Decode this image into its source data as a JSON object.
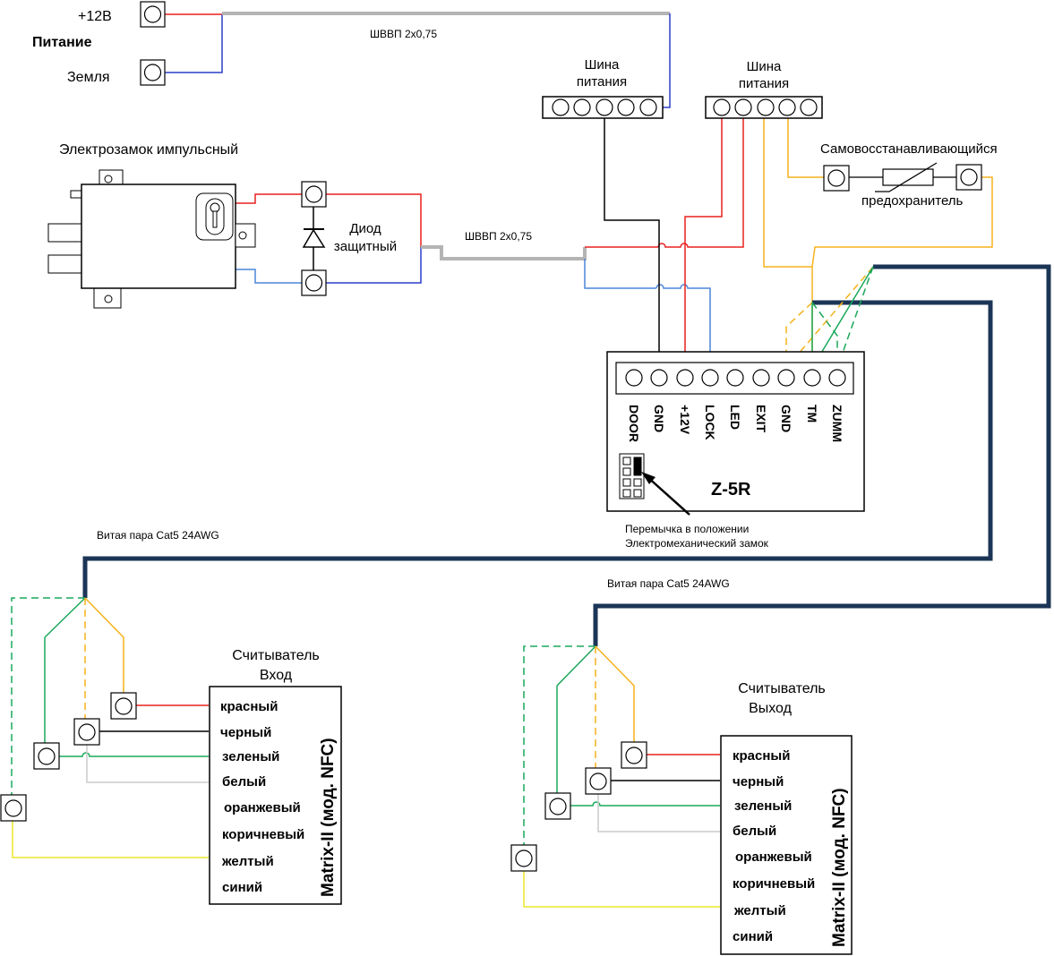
{
  "power": {
    "plus12_label": "+12В",
    "title": "Питание",
    "ground_label": "Земля",
    "cable_label": "ШВВП 2х0,75"
  },
  "bus_left": {
    "label_line1": "Шина",
    "label_line2": "питания"
  },
  "bus_right": {
    "label_line1": "Шина",
    "label_line2": "питания"
  },
  "lock": {
    "title": "Электрозамок импульсный",
    "diode_line1": "Диод",
    "diode_line2": "защитный",
    "cable_label": "ШВВП 2х0,75"
  },
  "fuse": {
    "line1": "Самовосстанавливающийся",
    "line2": "предохранитель"
  },
  "controller": {
    "name": "Z-5R",
    "pins": [
      "DOOR",
      "GND",
      "+12V",
      "LOCK",
      "LED",
      "EXIT",
      "GND",
      "TM",
      "ZUMM"
    ],
    "jumper_note_line1": "Перемычка в положении",
    "jumper_note_line2": "Электромеханический замок"
  },
  "cable_entry_label": "Витая пара Cat5 24AWG",
  "cable_exit_label": "Витая пара Cat5 24AWG",
  "reader_entry": {
    "title_line1": "Считыватель",
    "title_line2": "Вход",
    "model": "Matrix-II (мод. NFC)",
    "wires": [
      "красный",
      "черный",
      "зеленый",
      "белый",
      "оранжевый",
      "коричневый",
      "желтый",
      "синий"
    ]
  },
  "reader_exit": {
    "title_line1": "Считыватель",
    "title_line2": "Выход",
    "model": "Matrix-II (мод. NFC)",
    "wires": [
      "красный",
      "черный",
      "зеленый",
      "белый",
      "оранжевый",
      "коричневый",
      "желтый",
      "синий"
    ]
  },
  "colors": {
    "red": "#e8201f",
    "blue": "#2a3ec8",
    "light_blue": "#4a86d8",
    "gray_cable": "#b4b4b4",
    "orange": "#f5b21c",
    "green": "#1aa85a",
    "navy_cable": "#1b3556",
    "yellow": "#ece52c",
    "white_wire": "#cccccc"
  }
}
